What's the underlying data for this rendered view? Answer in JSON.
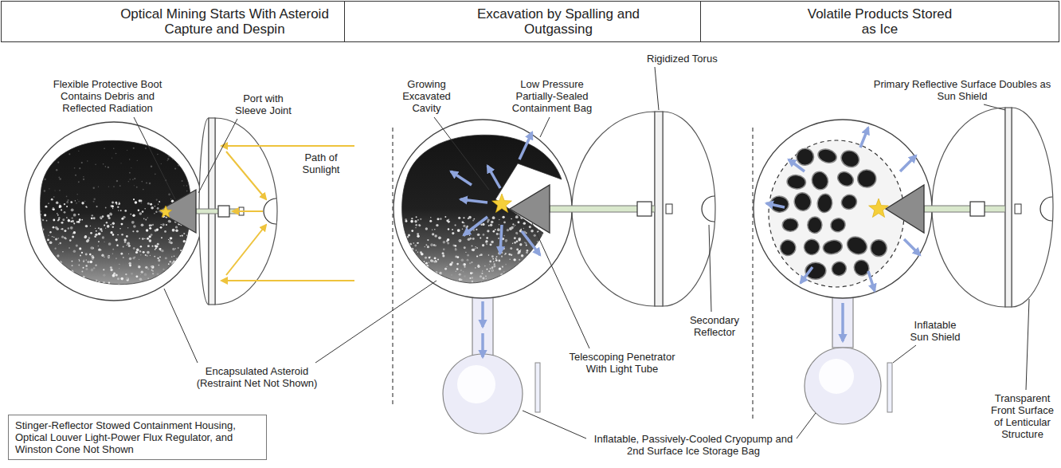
{
  "diagram": {
    "nodes": [
      {
        "text": [
          "Optical Mining Starts With Asteroid Capture and Despin"
        ]
      },
      {
        "text": [
          "Excavation by Spalling and Outgassing"
        ]
      },
      {
        "text": [
          "Volatile Products Stored as Ice"
        ]
      },
      {
        "text": [
          "Stinger-Reflector Stowed Containment Housing, Optical Louver Light-Power Flux Regulator, and Winston Cone Not Shown"
        ]
      }
    ],
    "labels": [
      "Flexible Protective Boot Contains Debris and Reflected Radiation",
      "Port with Sleeve Joint",
      "Path of Sunlight",
      "Encapsulated Asteroid (Restraint Net Not Shown)",
      "Growing Excavated Cavity",
      "Low Pressure Partially-Sealed Containment Bag",
      "Rigidized Torus",
      "Secondary Reflector",
      "Telescoping Penetrator With Light Tube",
      "Inflatable, Passively-Cooled Cryopump and 2nd Surface Ice Storage Bag",
      "Primary Reflective Surface Doubles as Sun Shield",
      "Inflatable Sun Shield",
      "Transparent Front Surface of Lenticular Structure"
    ]
  }
}
